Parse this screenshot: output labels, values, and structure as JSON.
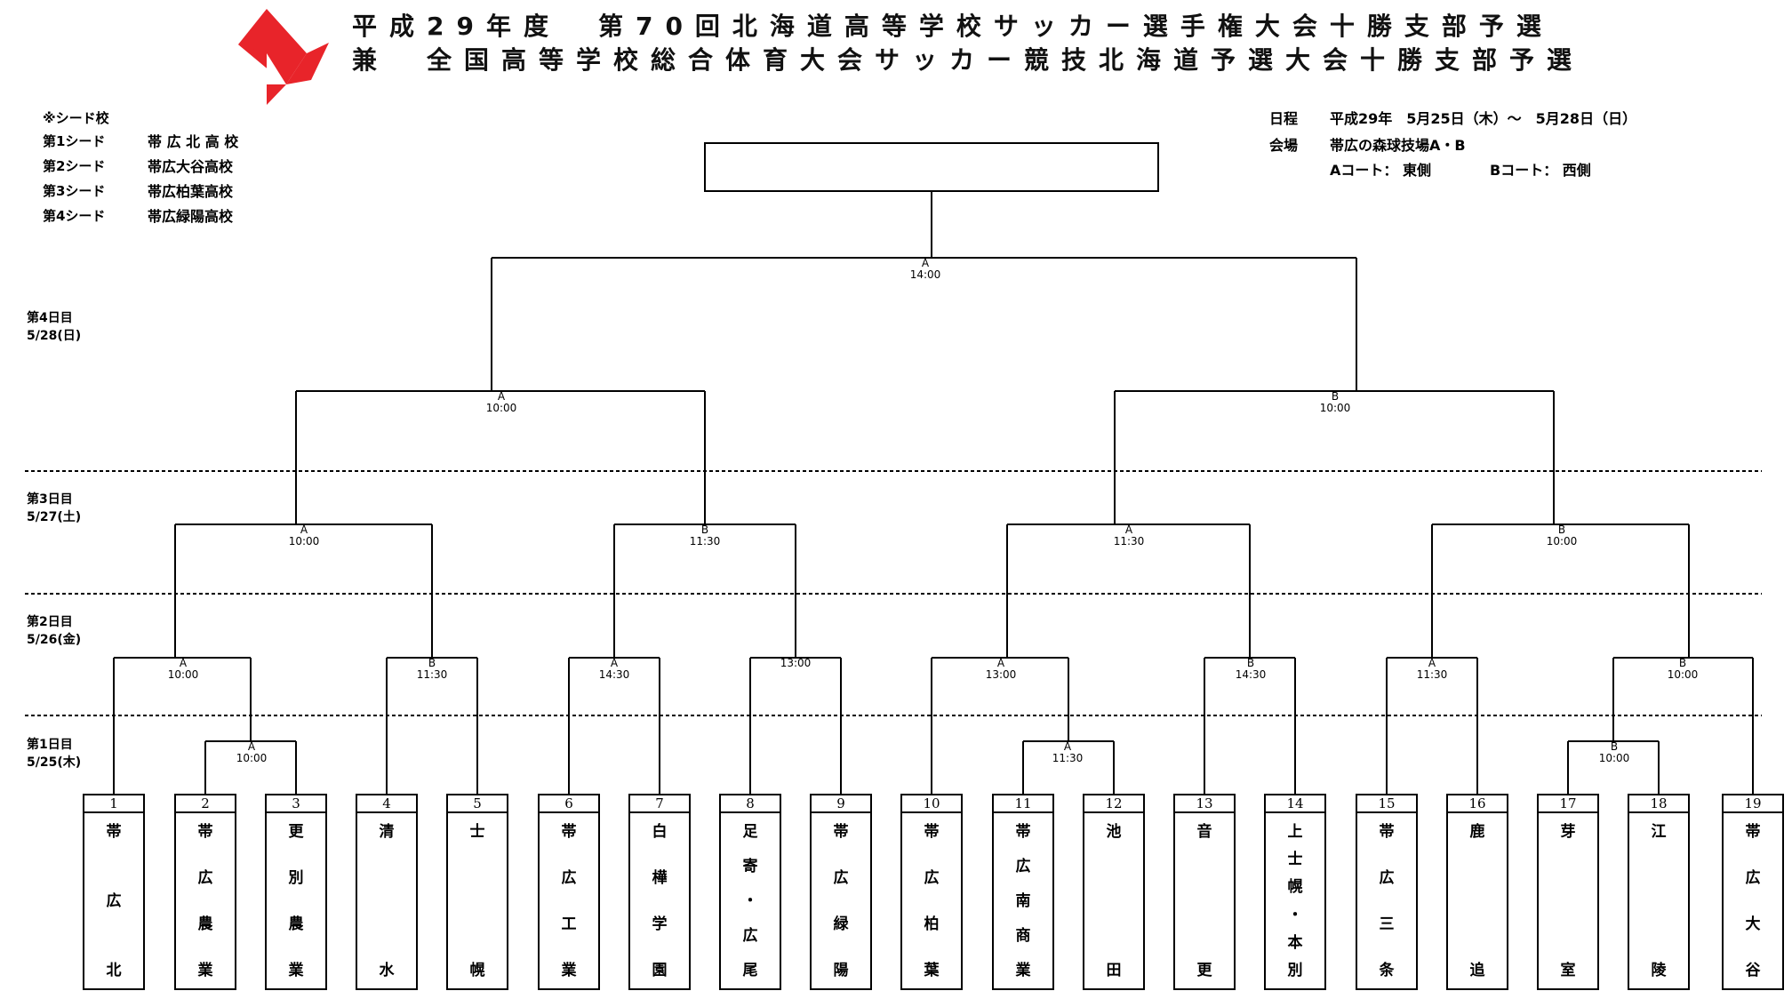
{
  "header": {
    "title_line1": "平成29年度　第70回北海道高等学校サッカー選手権大会十勝支部予選",
    "title_line2": "兼　全国高等学校総合体育大会サッカー競技北海道予選大会十勝支部予選",
    "logo": "red-star-emblem",
    "logo_color": "#e8242a"
  },
  "seeds": {
    "heading": "※シード校",
    "items": [
      {
        "label": "第1シード",
        "school": "帯 広 北 高 校"
      },
      {
        "label": "第2シード",
        "school": "帯広大谷高校"
      },
      {
        "label": "第3シード",
        "school": "帯広柏葉高校"
      },
      {
        "label": "第4シード",
        "school": "帯広緑陽高校"
      }
    ]
  },
  "info": {
    "schedule_label": "日程",
    "schedule_value": "平成29年　5月25日（木）～　5月28日（日）",
    "venue_label": "会場",
    "venue_value": "帯広の森球技場A・B",
    "court_a": "Aコート：  東側",
    "court_b": "Bコート：  西側"
  },
  "days": [
    {
      "day": "第4日目",
      "date": "5/28(日)"
    },
    {
      "day": "第3日目",
      "date": "5/27(土)"
    },
    {
      "day": "第2日目",
      "date": "5/26(金)"
    },
    {
      "day": "第1日目",
      "date": "5/25(木)"
    }
  ],
  "matches": {
    "final": {
      "court": "A",
      "time": "14:00"
    },
    "semi_left": {
      "court": "A",
      "time": "10:00"
    },
    "semi_right": {
      "court": "B",
      "time": "10:00"
    },
    "qf1": {
      "court": "A",
      "time": "10:00"
    },
    "qf2": {
      "court": "B",
      "time": "11:30"
    },
    "qf3": {
      "court": "A",
      "time": "11:30"
    },
    "qf4": {
      "court": "B",
      "time": "10:00"
    },
    "r2_1": {
      "court": "A",
      "time": "10:00"
    },
    "r2_2": {
      "court": "B",
      "time": "11:30"
    },
    "r2_3": {
      "court": "A",
      "time": "14:30"
    },
    "r2_4": {
      "court": "",
      "time": "13:00"
    },
    "r2_5": {
      "court": "A",
      "time": "13:00"
    },
    "r2_6": {
      "court": "B",
      "time": "14:30"
    },
    "r2_7": {
      "court": "A",
      "time": "11:30"
    },
    "r2_8": {
      "court": "B",
      "time": "10:00"
    },
    "r1_1": {
      "court": "A",
      "time": "10:00"
    },
    "r1_2": {
      "court": "A",
      "time": "11:30"
    },
    "r1_3": {
      "court": "B",
      "time": "10:00"
    }
  },
  "teams": [
    {
      "num": "1",
      "chars": [
        "帯",
        "広",
        "北"
      ]
    },
    {
      "num": "2",
      "chars": [
        "帯",
        "広",
        "農",
        "業"
      ]
    },
    {
      "num": "3",
      "chars": [
        "更",
        "別",
        "農",
        "業"
      ]
    },
    {
      "num": "4",
      "chars": [
        "清",
        "水"
      ]
    },
    {
      "num": "5",
      "chars": [
        "士",
        "幌"
      ]
    },
    {
      "num": "6",
      "chars": [
        "帯",
        "広",
        "工",
        "業"
      ]
    },
    {
      "num": "7",
      "chars": [
        "白",
        "樺",
        "学",
        "園"
      ]
    },
    {
      "num": "8",
      "chars": [
        "足",
        "寄",
        "・",
        "広",
        "尾"
      ]
    },
    {
      "num": "9",
      "chars": [
        "帯",
        "広",
        "緑",
        "陽"
      ]
    },
    {
      "num": "10",
      "chars": [
        "帯",
        "広",
        "柏",
        "葉"
      ]
    },
    {
      "num": "11",
      "chars": [
        "帯",
        "広",
        "南",
        "商",
        "業"
      ]
    },
    {
      "num": "12",
      "chars": [
        "池",
        "田"
      ]
    },
    {
      "num": "13",
      "chars": [
        "音",
        "更"
      ]
    },
    {
      "num": "14",
      "chars": [
        "上",
        "士",
        "幌",
        "・",
        "本",
        "別"
      ]
    },
    {
      "num": "15",
      "chars": [
        "帯",
        "広",
        "三",
        "条"
      ]
    },
    {
      "num": "16",
      "chars": [
        "鹿",
        "追"
      ]
    },
    {
      "num": "17",
      "chars": [
        "芽",
        "室"
      ]
    },
    {
      "num": "18",
      "chars": [
        "江",
        "陵"
      ]
    },
    {
      "num": "19",
      "chars": [
        "帯",
        "広",
        "大",
        "谷"
      ]
    }
  ]
}
